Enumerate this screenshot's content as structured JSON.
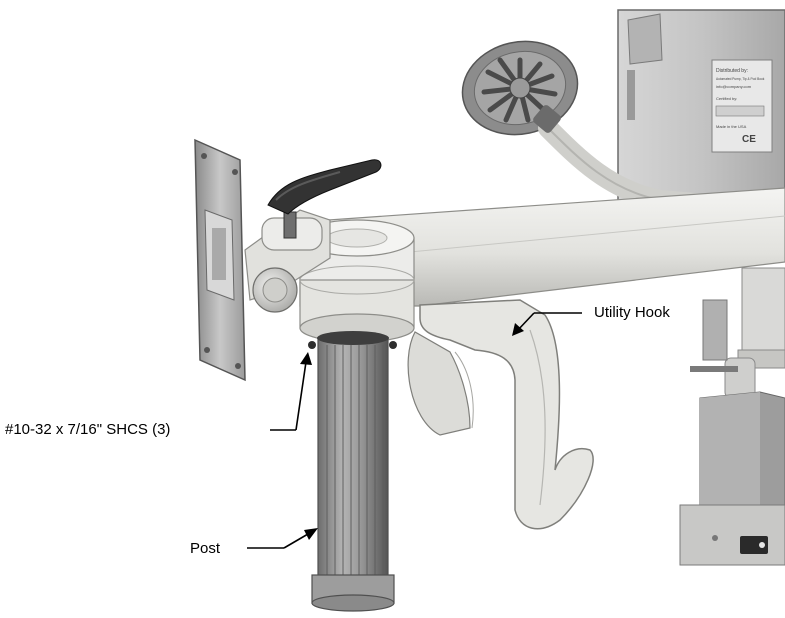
{
  "figure": {
    "callouts": {
      "utility_hook": "Utility Hook",
      "screws": "#10-32 x 7/16\" SHCS (3)",
      "post": "Post"
    },
    "label_plate": {
      "lines": [
        "Distributed by:",
        "Automated Pump, Tip & Pod Book",
        "info@company.com",
        "Certified by:",
        "Made in the USA"
      ],
      "mark": "CE"
    }
  }
}
